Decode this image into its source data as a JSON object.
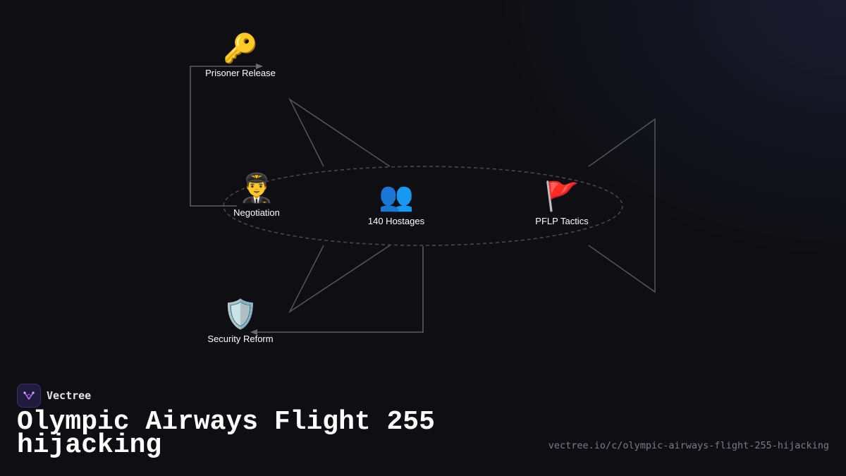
{
  "diagram": {
    "nodes": [
      {
        "id": "prisoner-release",
        "icon": "key-icon",
        "emoji": "🔑",
        "label": "Prisoner Release"
      },
      {
        "id": "negotiation",
        "icon": "pilot-icon",
        "emoji": "👨‍✈️",
        "label": "Negotiation"
      },
      {
        "id": "hostages",
        "icon": "people-icon",
        "emoji": "👥",
        "label": "140 Hostages"
      },
      {
        "id": "pflp-tactics",
        "icon": "red-flag-icon",
        "emoji": "🚩",
        "label": "PFLP Tactics"
      },
      {
        "id": "security-reform",
        "icon": "shield-icon",
        "emoji": "🛡️",
        "label": "Security Reform"
      }
    ],
    "edges": [
      {
        "from": "negotiation",
        "to": "prisoner-release"
      },
      {
        "from": "hostages",
        "to": "security-reform"
      }
    ],
    "colors": {
      "outline": "#55555b",
      "dashed": "#4a4a52",
      "arrow": "#6a6a70"
    }
  },
  "brand": {
    "name": "Vectree",
    "logo_icon": "vectree-logo-icon"
  },
  "title": "Olympic Airways Flight 255 hijacking",
  "url": "vectree.io/c/olympic-airways-flight-255-hijacking"
}
